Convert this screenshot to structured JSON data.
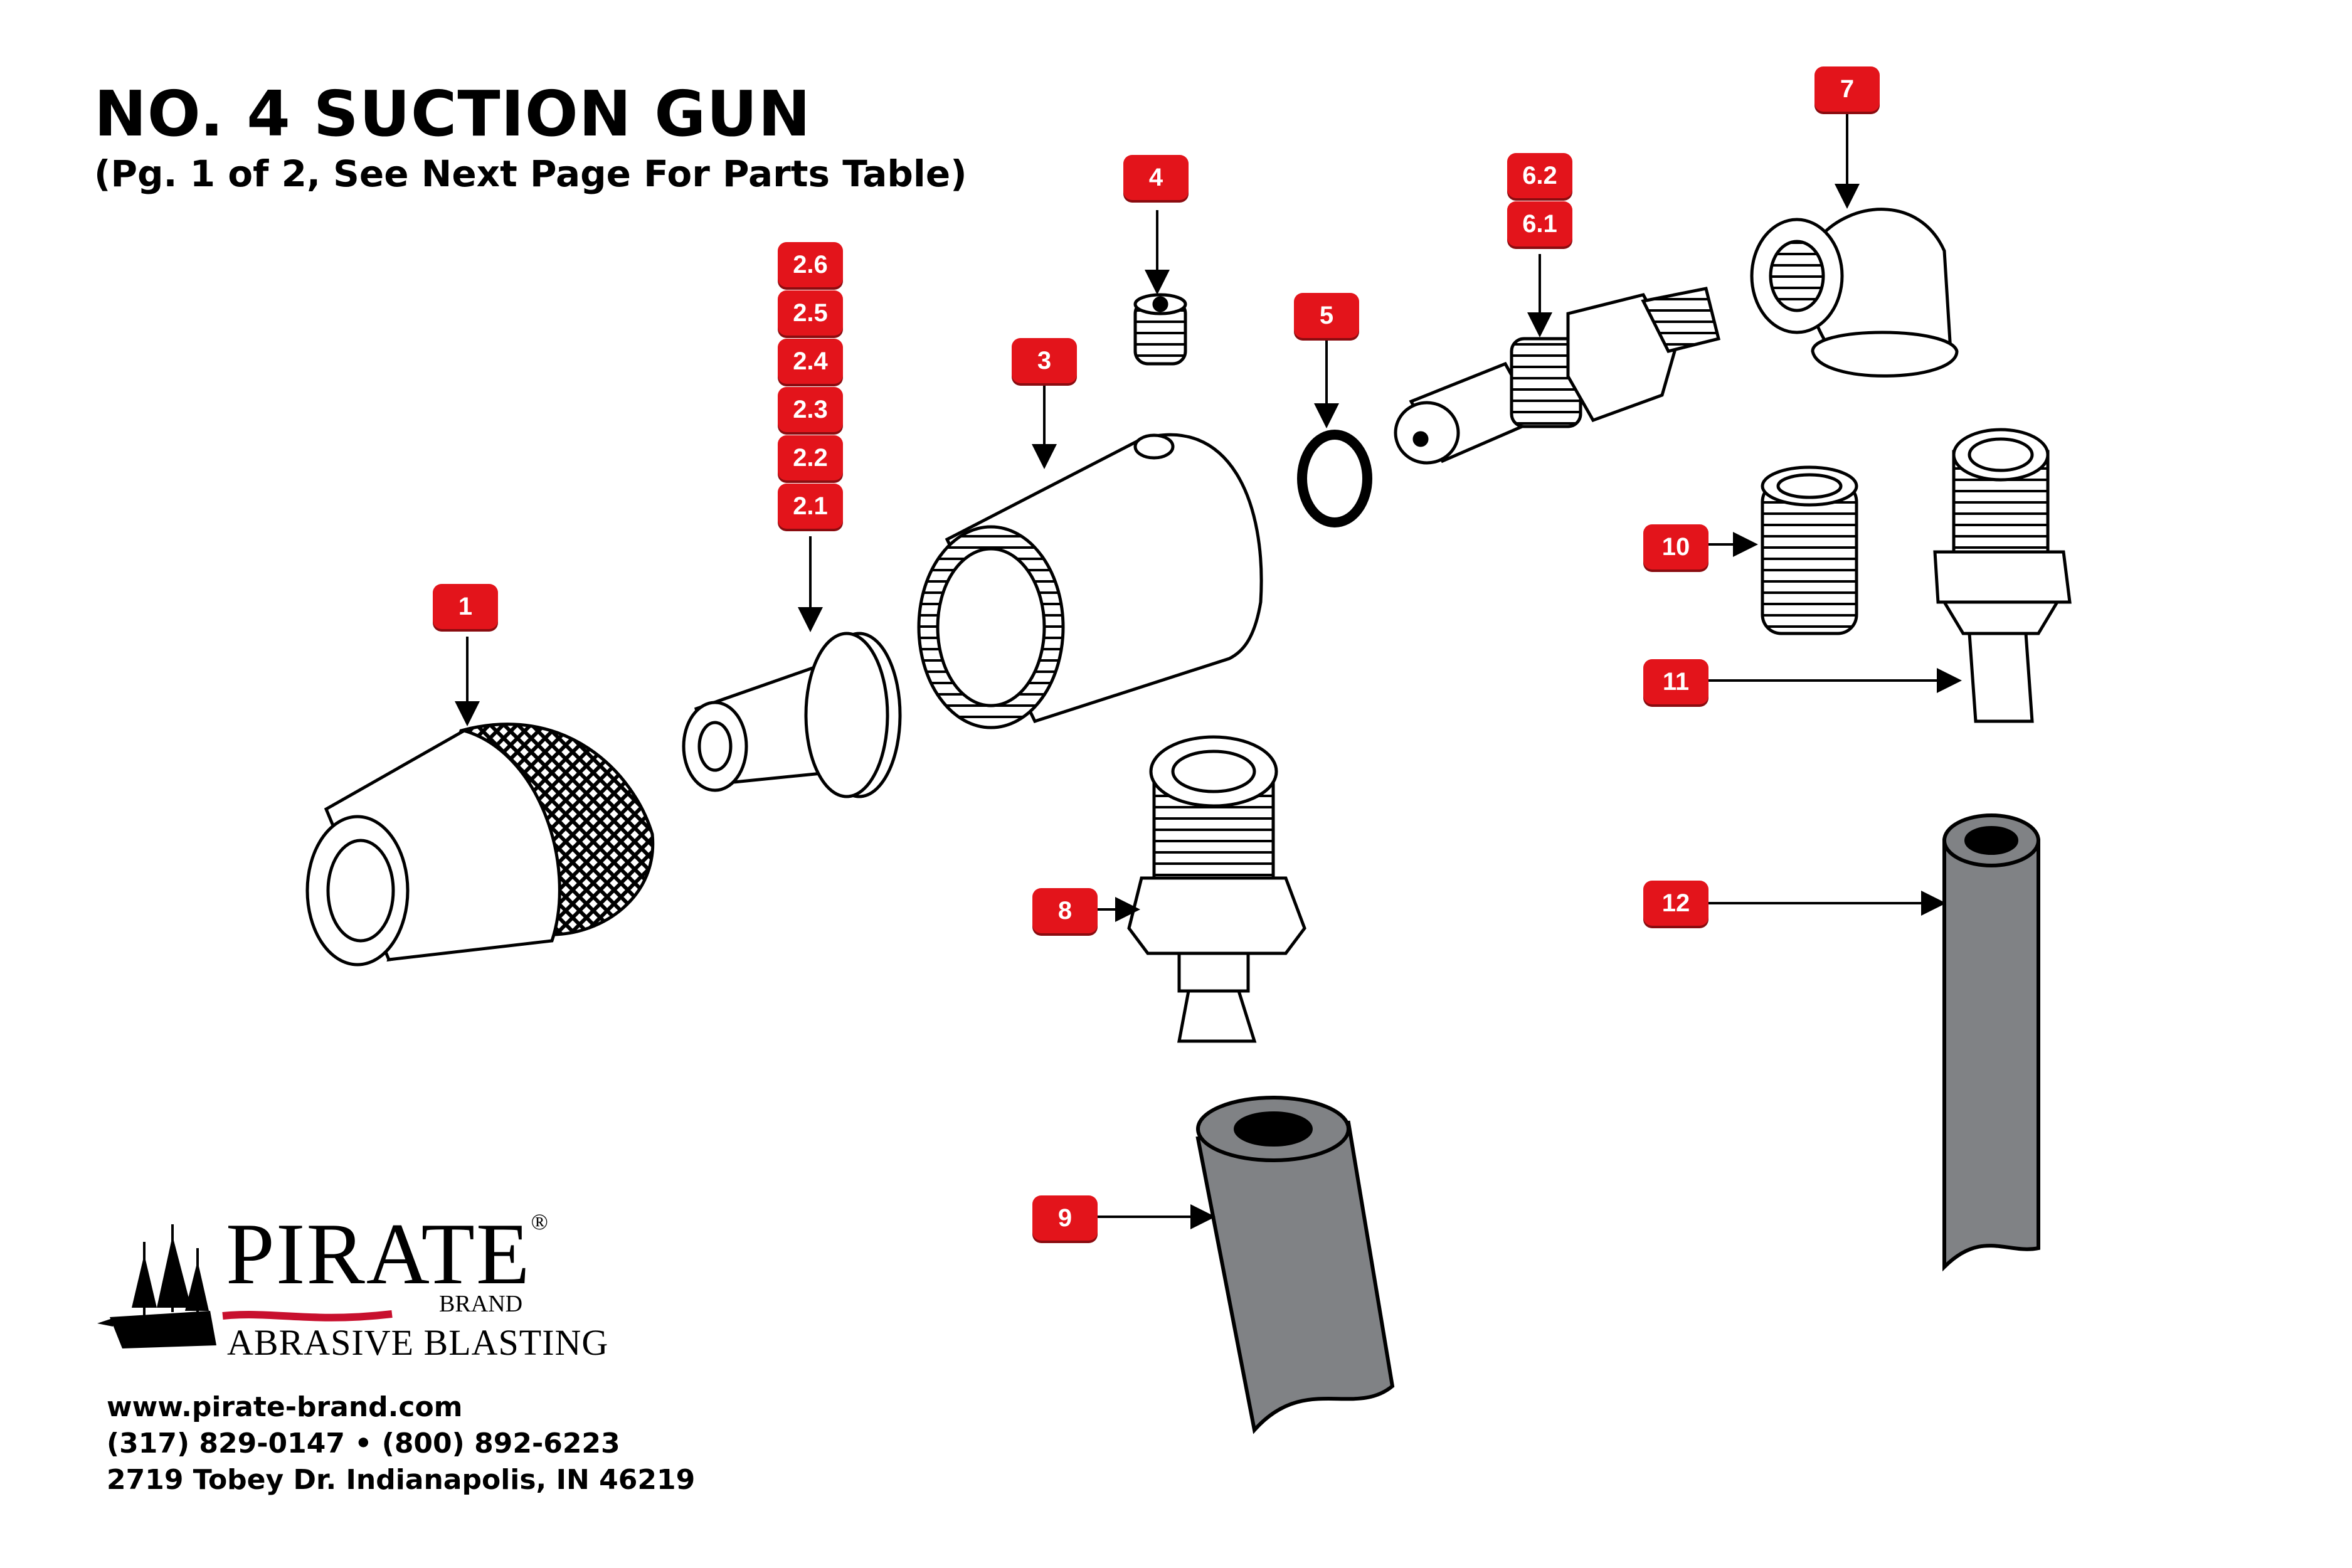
{
  "title": "NO. 4 SUCTION GUN",
  "subtitle": "(Pg. 1 of 2, See Next Page For Parts Table)",
  "callouts": [
    "1",
    "2.1",
    "2.2",
    "2.3",
    "2.4",
    "2.5",
    "2.6",
    "3",
    "4",
    "5",
    "6.1",
    "6.2",
    "7",
    "8",
    "9",
    "10",
    "11",
    "12"
  ],
  "brand": {
    "name": "PIRATE",
    "registered": "®",
    "sub": "BRAND",
    "tagline": "ABRASIVE BLASTING"
  },
  "contact": {
    "website": "www.pirate-brand.com",
    "phone": "(317) 829-0147 • (800) 892-6223",
    "address": "2719 Tobey Dr. Indianapolis, IN 46219"
  },
  "colors": {
    "badge": "#e3141b",
    "hose": "#808285",
    "brand_red": "#c8102e"
  }
}
